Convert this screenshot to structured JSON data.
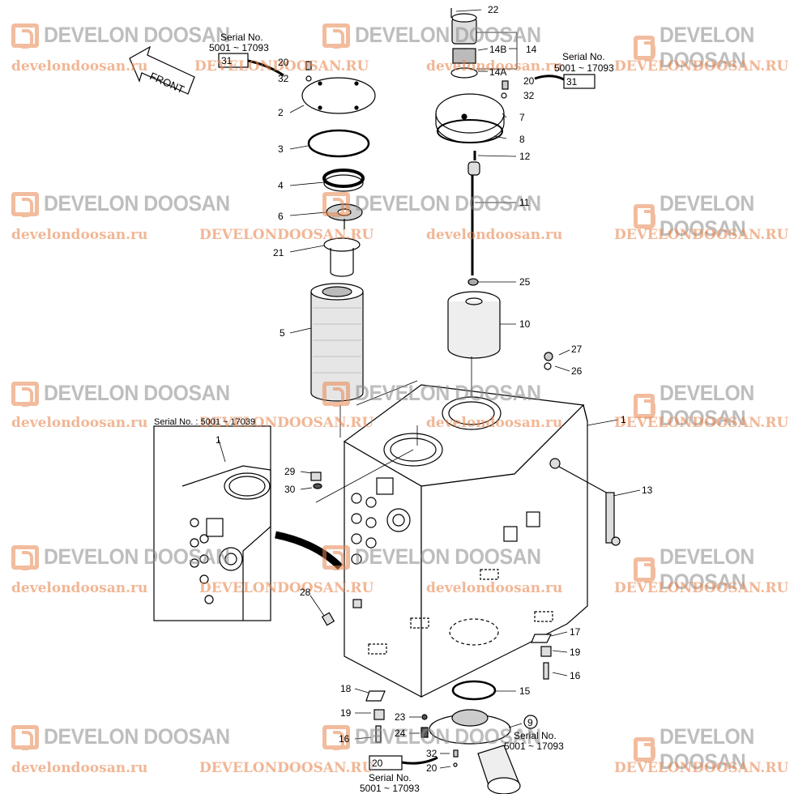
{
  "watermark": {
    "brand": "DEVELON DOOSAN",
    "url": "develondoosan.ru",
    "url_upper": "DEVELONDOOSAN.RU"
  },
  "front_label": "FRONT",
  "serial_notes": {
    "top_left": {
      "title": "Serial No.",
      "range": "5001 ~ 17093",
      "part": "31"
    },
    "top_right": {
      "title": "Serial No.",
      "range": "5001 ~ 17093",
      "part": "31"
    },
    "inset": {
      "text": "Serial No. : 5001 ~ 17039"
    },
    "bottom_right": {
      "title": "Serial No.",
      "range": "5001 ~ 17093"
    },
    "bottom_center": {
      "title": "Serial No.",
      "range": "5001 ~ 17093",
      "part": "20"
    }
  },
  "part_labels": {
    "p1": "1",
    "p1_inset": "1",
    "p2": "2",
    "p3": "3",
    "p4": "4",
    "p5": "5",
    "p6": "6",
    "p7": "7",
    "p8": "8",
    "p9": "9",
    "p10": "10",
    "p11": "11",
    "p12": "12",
    "p13": "13",
    "p14": "14",
    "p14a": "14A",
    "p14b": "14B",
    "p15": "15",
    "p16a": "16",
    "p16b": "16",
    "p17": "17",
    "p18": "18",
    "p19a": "19",
    "p19b": "19",
    "p20a": "20",
    "p20b": "20",
    "p20c": "20",
    "p21": "21",
    "p22": "22",
    "p23": "23",
    "p24": "24",
    "p25": "25",
    "p26": "26",
    "p27": "27",
    "p28": "28",
    "p29": "29",
    "p30": "30",
    "p32a": "32",
    "p32b": "32",
    "p32c": "32"
  },
  "colors": {
    "accent": "#e8874f",
    "line": "#000000",
    "watermark_gray": "#8a8a8a"
  }
}
